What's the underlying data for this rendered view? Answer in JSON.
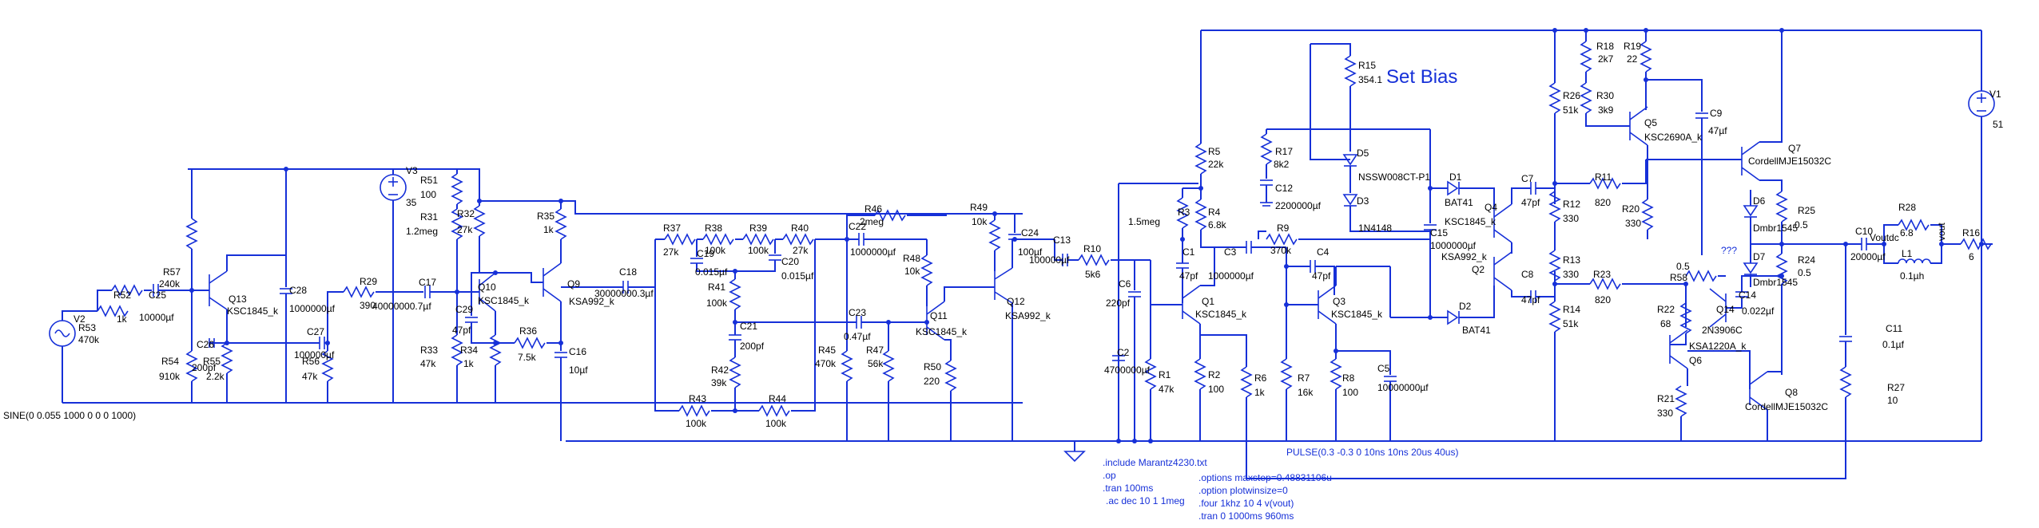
{
  "colors": {
    "wire": "#1630d8",
    "label": "#000000",
    "directive": "#1630d8",
    "background": "#ffffff"
  },
  "title": "Set Bias",
  "sources": {
    "V1": {
      "name": "V1",
      "value": "51"
    },
    "V2": {
      "name": "V2",
      "value": "SINE(0 0.055 1000 0 0 0 1000)"
    },
    "V3": {
      "name": "V3",
      "value": "35"
    },
    "pulse": "PULSE(0.3 -0.3 0 10ns 10ns 20us 40us)"
  },
  "components": [
    {
      "ref": "R53",
      "val": "470k"
    },
    {
      "ref": "R52",
      "val": "1k"
    },
    {
      "ref": "C25",
      "val": "10000µf"
    },
    {
      "ref": "R57",
      "val": "240k"
    },
    {
      "ref": "R54",
      "val": "910k"
    },
    {
      "ref": "R55",
      "val": "2.2k"
    },
    {
      "ref": "C26",
      "val": "200pf"
    },
    {
      "ref": "Q13",
      "val": "KSC1845_k"
    },
    {
      "ref": "C28",
      "val": "1000000µf"
    },
    {
      "ref": "C27",
      "val": "100000µf"
    },
    {
      "ref": "R56",
      "val": "47k"
    },
    {
      "ref": "R29",
      "val": "390"
    },
    {
      "ref": "R51",
      "val": "100"
    },
    {
      "ref": "R31",
      "val": "1.2meg"
    },
    {
      "ref": "R32",
      "val": "27k"
    },
    {
      "ref": "C17",
      "val": "40000000.7µf"
    },
    {
      "ref": "C29",
      "val": "47pf"
    },
    {
      "ref": "Q10",
      "val": "KSC1845_k"
    },
    {
      "ref": "R33",
      "val": "47k"
    },
    {
      "ref": "R34",
      "val": "1k"
    },
    {
      "ref": "R35",
      "val": "1k"
    },
    {
      "ref": "Q9",
      "val": "KSA992_k"
    },
    {
      "ref": "R36",
      "val": "7.5k"
    },
    {
      "ref": "C16",
      "val": "10µf"
    },
    {
      "ref": "C18",
      "val": "30000000.3µf"
    },
    {
      "ref": "R37",
      "val": "27k"
    },
    {
      "ref": "R38",
      "val": "100k"
    },
    {
      "ref": "C19",
      "val": "0.015µf"
    },
    {
      "ref": "R39",
      "val": "100k"
    },
    {
      "ref": "C20",
      "val": "0.015µf"
    },
    {
      "ref": "R40",
      "val": "27k"
    },
    {
      "ref": "R41",
      "val": "100k"
    },
    {
      "ref": "C21",
      "val": "200pf"
    },
    {
      "ref": "R42",
      "val": "39k"
    },
    {
      "ref": "R43",
      "val": "100k"
    },
    {
      "ref": "R44",
      "val": "100k"
    },
    {
      "ref": "C23",
      "val": "0.47µf"
    },
    {
      "ref": "R45",
      "val": "470k"
    },
    {
      "ref": "R47",
      "val": "56k"
    },
    {
      "ref": "R46",
      "val": "2meg"
    },
    {
      "ref": "C22",
      "val": "1000000µf"
    },
    {
      "ref": "R48",
      "val": "10k"
    },
    {
      "ref": "Q11",
      "val": "KSC1845_k"
    },
    {
      "ref": "R50",
      "val": "220"
    },
    {
      "ref": "R49",
      "val": "10k"
    },
    {
      "ref": "Q12",
      "val": "KSA992_k"
    },
    {
      "ref": "C24",
      "val": "100µf"
    },
    {
      "ref": "C13",
      "val": "100000µf"
    },
    {
      "ref": "R10",
      "val": "5k6"
    },
    {
      "ref": "C6",
      "val": "220pf"
    },
    {
      "ref": "C2",
      "val": "4700000µf"
    },
    {
      "ref": "R5",
      "val": "22k"
    },
    {
      "ref": "R3",
      "val": "1.5meg"
    },
    {
      "ref": "R4",
      "val": "6.8k"
    },
    {
      "ref": "C1",
      "val": "47pf"
    },
    {
      "ref": "Q1",
      "val": "KSC1845_k"
    },
    {
      "ref": "R1",
      "val": "47k"
    },
    {
      "ref": "R2",
      "val": "100"
    },
    {
      "ref": "R6",
      "val": "1k"
    },
    {
      "ref": "C3",
      "val": "1000000µf"
    },
    {
      "ref": "R9",
      "val": "370k"
    },
    {
      "ref": "C4",
      "val": "47pf"
    },
    {
      "ref": "Q3",
      "val": "KSC1845_k"
    },
    {
      "ref": "R7",
      "val": "16k"
    },
    {
      "ref": "R8",
      "val": "100"
    },
    {
      "ref": "C5",
      "val": "10000000µf"
    },
    {
      "ref": "R15",
      "val": "354.1"
    },
    {
      "ref": "R17",
      "val": "8k2"
    },
    {
      "ref": "C12",
      "val": "2200000µf"
    },
    {
      "ref": "D5",
      "val": "NSSW008CT-P1"
    },
    {
      "ref": "D3",
      "val": "1N4148"
    },
    {
      "ref": "C15",
      "val": "1000000µf"
    },
    {
      "ref": "D1",
      "val": "BAT41"
    },
    {
      "ref": "D2",
      "val": "BAT41"
    },
    {
      "ref": "Q4",
      "val": "KSC1845_k"
    },
    {
      "ref": "Q2",
      "val": "KSA992_k"
    },
    {
      "ref": "C7",
      "val": "47pf"
    },
    {
      "ref": "C8",
      "val": "47pf"
    },
    {
      "ref": "R26",
      "val": "51k"
    },
    {
      "ref": "R12",
      "val": "330"
    },
    {
      "ref": "R13",
      "val": "330"
    },
    {
      "ref": "R14",
      "val": "51k"
    },
    {
      "ref": "R11",
      "val": "820"
    },
    {
      "ref": "R23",
      "val": "820"
    },
    {
      "ref": "R18",
      "val": "2k7"
    },
    {
      "ref": "R30",
      "val": "3k9"
    },
    {
      "ref": "R19",
      "val": "22"
    },
    {
      "ref": "Q5",
      "val": "KSC2690A_k"
    },
    {
      "ref": "C9",
      "val": "47µf"
    },
    {
      "ref": "R20",
      "val": "330"
    },
    {
      "ref": "Q7",
      "val": "CordellMJE15032C"
    },
    {
      "ref": "R25",
      "val": "0.5"
    },
    {
      "ref": "D6",
      "val": "Dmbr1545"
    },
    {
      "ref": "D7",
      "val": "Dmbr1545"
    },
    {
      "ref": "R24",
      "val": "0.5"
    },
    {
      "ref": "R58",
      "val": "0.5"
    },
    {
      "ref": "Q14",
      "val": "2N3906C"
    },
    {
      "ref": "C14",
      "val": "0.022µf"
    },
    {
      "ref": "R22",
      "val": "68"
    },
    {
      "ref": "Q6",
      "val": "KSA1220A_k"
    },
    {
      "ref": "R21",
      "val": "330"
    },
    {
      "ref": "Q8",
      "val": "CordellMJE15032C"
    },
    {
      "ref": "C10",
      "val": "20000µf"
    },
    {
      "ref": "R28",
      "val": "6.8"
    },
    {
      "ref": "L1",
      "val": "0.1µh"
    },
    {
      "ref": "R16",
      "val": "6"
    },
    {
      "ref": "C11",
      "val": "0.1µf"
    },
    {
      "ref": "R27",
      "val": "10"
    }
  ],
  "nets": {
    "vout": "vout",
    "voutdc": "Voutdc",
    "unknown": "???"
  },
  "directives_left": [
    ".include Marantz4230.txt",
    ".op",
    ".tran 100ms",
    ".ac dec 10 1 1meg"
  ],
  "directives_right": [
    ".options maxstep=0.48831106u",
    ".option plotwinsize=0",
    ".four 1khz 10 4 v(vout)",
    ".tran 0 1000ms 960ms"
  ]
}
